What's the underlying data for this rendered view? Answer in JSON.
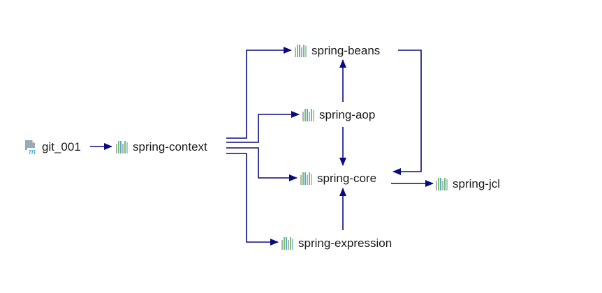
{
  "diagram": {
    "colors": {
      "edge": "#0a0a80",
      "text": "#1a1a1a",
      "jar_bars": [
        "#b0b0b0",
        "#7cc063",
        "#53a8d8",
        "#b0b0b0",
        "#7cc063",
        "#9cc8e0"
      ],
      "maven_page": "#9aa8b8",
      "maven_letter": "#2a9fd6"
    },
    "nodes": [
      {
        "id": "git_001",
        "label": "git_001",
        "icon": "maven-module-icon"
      },
      {
        "id": "spring-context",
        "label": "spring-context",
        "icon": "jar-library-icon"
      },
      {
        "id": "spring-beans",
        "label": "spring-beans",
        "icon": "jar-library-icon"
      },
      {
        "id": "spring-aop",
        "label": "spring-aop",
        "icon": "jar-library-icon"
      },
      {
        "id": "spring-core",
        "label": "spring-core",
        "icon": "jar-library-icon"
      },
      {
        "id": "spring-expression",
        "label": "spring-expression",
        "icon": "jar-library-icon"
      },
      {
        "id": "spring-jcl",
        "label": "spring-jcl",
        "icon": "jar-library-icon"
      }
    ],
    "edges": [
      {
        "from": "git_001",
        "to": "spring-context"
      },
      {
        "from": "spring-context",
        "to": "spring-beans"
      },
      {
        "from": "spring-context",
        "to": "spring-aop"
      },
      {
        "from": "spring-context",
        "to": "spring-core"
      },
      {
        "from": "spring-context",
        "to": "spring-expression"
      },
      {
        "from": "spring-aop",
        "to": "spring-beans"
      },
      {
        "from": "spring-aop",
        "to": "spring-core"
      },
      {
        "from": "spring-beans",
        "to": "spring-core"
      },
      {
        "from": "spring-expression",
        "to": "spring-core"
      },
      {
        "from": "spring-core",
        "to": "spring-jcl"
      }
    ]
  }
}
